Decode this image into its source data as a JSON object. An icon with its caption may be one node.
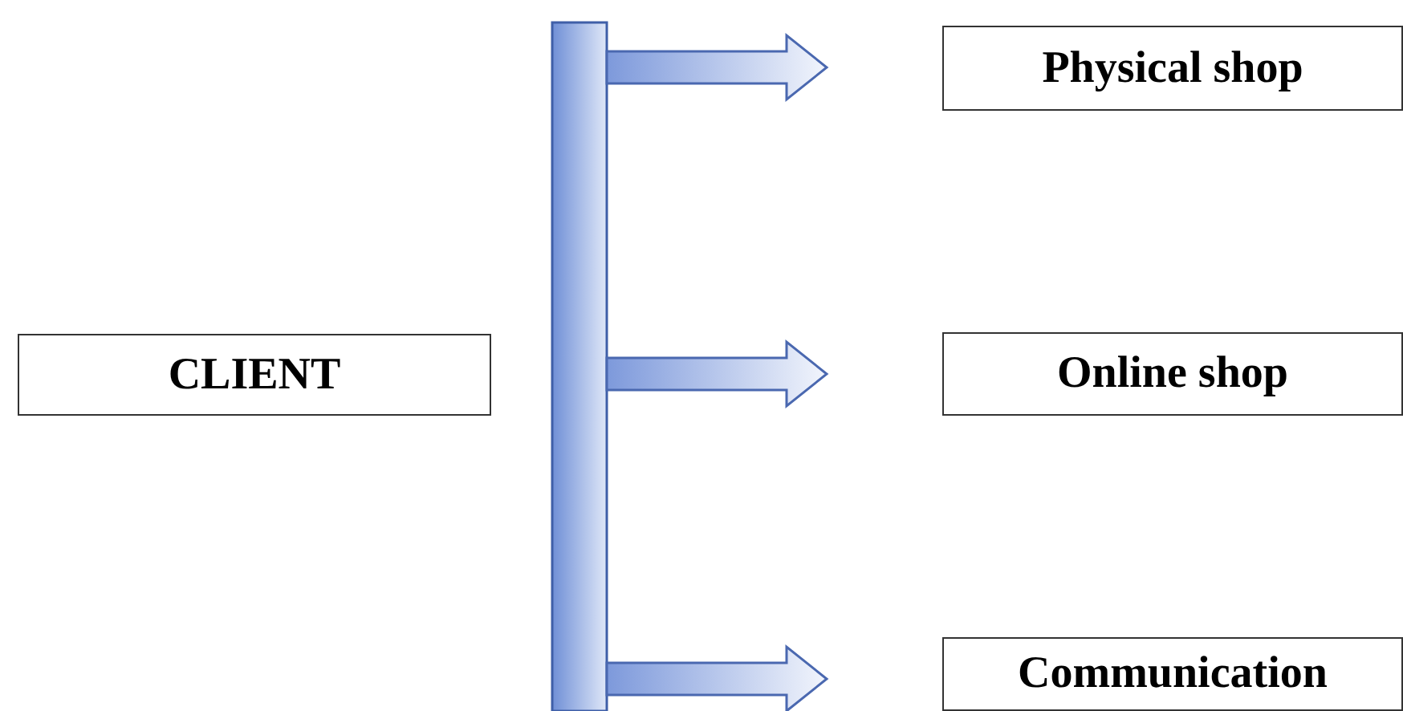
{
  "diagram": {
    "nodes": [
      {
        "text": [
          "CLIENT"
        ]
      },
      {
        "text": [],
        "shape": "bar"
      },
      {
        "text": [
          "Physical shop"
        ]
      },
      {
        "text": [
          "Online shop"
        ]
      },
      {
        "text": [
          "Communication"
        ]
      }
    ],
    "edges": [
      {
        "from": 1,
        "to": 2,
        "arrow": "to"
      },
      {
        "from": 1,
        "to": 3,
        "arrow": "to"
      },
      {
        "from": 1,
        "to": 4,
        "arrow": "to"
      }
    ]
  }
}
